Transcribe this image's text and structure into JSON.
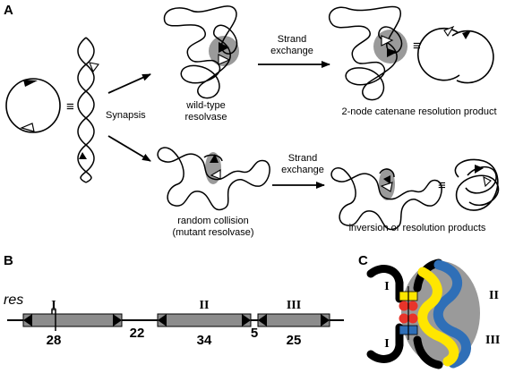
{
  "panels": {
    "a": "A",
    "b": "B",
    "c": "C"
  },
  "panel_a": {
    "equiv": "≡",
    "synapsis": "Synapsis",
    "strand_exchange_1": "Strand",
    "strand_exchange_2": "exchange",
    "wild_type_1": "wild-type",
    "wild_type_2": "resolvase",
    "catenane_product": "2-node catenane resolution product",
    "random_collision_1": "random collision",
    "random_collision_2": "(mutant resolvase)",
    "inversion_products": "inversion or resolution products"
  },
  "panel_b": {
    "res": "res",
    "site_labels": [
      "I",
      "II",
      "III"
    ],
    "spacers": [
      "28",
      "22",
      "34",
      "5",
      "25"
    ]
  },
  "panel_c": {
    "site_labels": [
      "I",
      "II",
      "III"
    ]
  },
  "colors": {
    "grey_box": "#8c8c8c",
    "grey_bg": "#9a9a9a",
    "red": "#e8342a",
    "yellow": "#ffe600",
    "blue": "#2f6fb7"
  }
}
